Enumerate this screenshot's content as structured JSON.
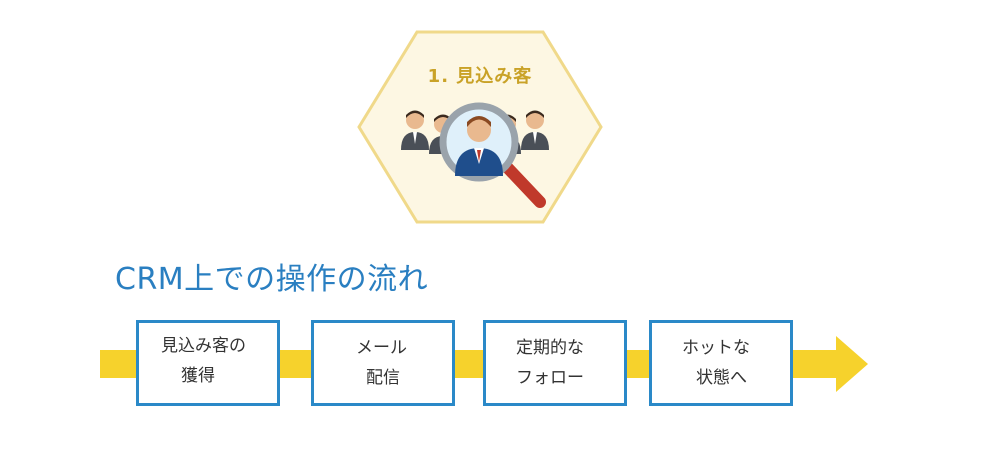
{
  "badge": {
    "title": "1. 見込み客"
  },
  "heading": "CRM上での操作の流れ",
  "steps": [
    {
      "line1": "見込み客の",
      "line2": "獲得"
    },
    {
      "line1": "メール",
      "line2": "配信"
    },
    {
      "line1": "定期的な",
      "line2": "フォロー"
    },
    {
      "line1": "ホットな",
      "line2": "状態へ"
    }
  ],
  "colors": {
    "arrow": "#f6d22c",
    "box_border": "#2a89c8",
    "heading": "#2a7fc1",
    "hex_fill": "#fdf7e3",
    "hex_border": "#f0d98a",
    "badge_text": "#c9a227"
  },
  "icons": [
    "people-icon",
    "magnifier-icon"
  ]
}
